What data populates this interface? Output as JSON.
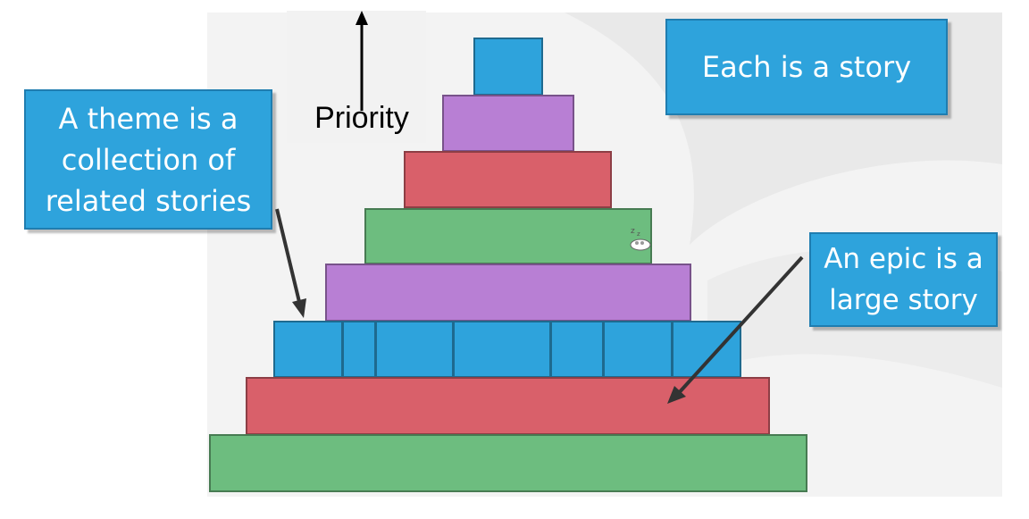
{
  "diagram": {
    "priority_label": "Priority",
    "callouts": {
      "theme": {
        "lines": [
          "A theme is a",
          "collection of",
          "related stories"
        ]
      },
      "story": {
        "text": "Each is a story"
      },
      "epic": {
        "lines": [
          "An epic is a",
          "large story"
        ]
      }
    },
    "layer_colors": {
      "blue": "#2ea3dc",
      "purple": "#b87fd4",
      "red": "#d9606a",
      "green": "#6dbd7f"
    },
    "layers": [
      {
        "name": "layer-1",
        "color": "blue"
      },
      {
        "name": "layer-2",
        "color": "purple"
      },
      {
        "name": "layer-3",
        "color": "red"
      },
      {
        "name": "layer-4",
        "color": "green"
      },
      {
        "name": "layer-5",
        "color": "purple"
      },
      {
        "name": "layer-6",
        "color": "blue",
        "segments": 7
      },
      {
        "name": "layer-7",
        "color": "red"
      },
      {
        "name": "layer-8",
        "color": "green"
      }
    ],
    "icons": [
      "sleeping-cursor-icon",
      "up-arrow-icon"
    ]
  }
}
